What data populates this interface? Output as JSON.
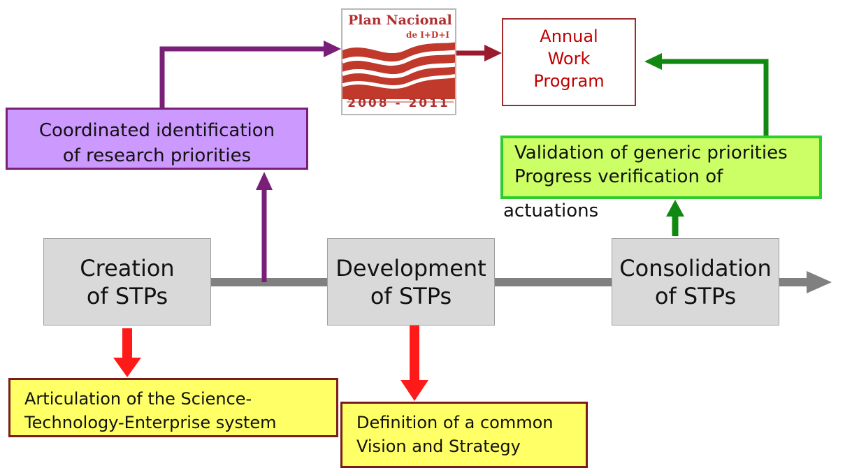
{
  "stages": {
    "creation": "Creation\nof STPs",
    "development": "Development\nof STPs",
    "consolidation": "Consolidation\nof STPs"
  },
  "boxes": {
    "coordinated": "Coordinated identification\nof research priorities",
    "validation_line1": "Validation of generic priorities",
    "validation_line2": "Progress verification of",
    "validation_line3": "actuations",
    "articulation": "Articulation of the Science-\nTechnology-Enterprise system",
    "definition": "Definition of a common\nVision and Strategy",
    "annual_work_program": "Annual\nWork\nProgram"
  },
  "logo": {
    "title": "Plan Nacional",
    "subtitle": "de I+D+I",
    "years": "2008 - 2011"
  },
  "colors": {
    "timeline": "#808080",
    "purple_arrow": "#7a1f78",
    "green_arrow": "#118811",
    "red_arrow": "#ff1a1a",
    "dark_red_arrow": "#9b1a2e"
  }
}
